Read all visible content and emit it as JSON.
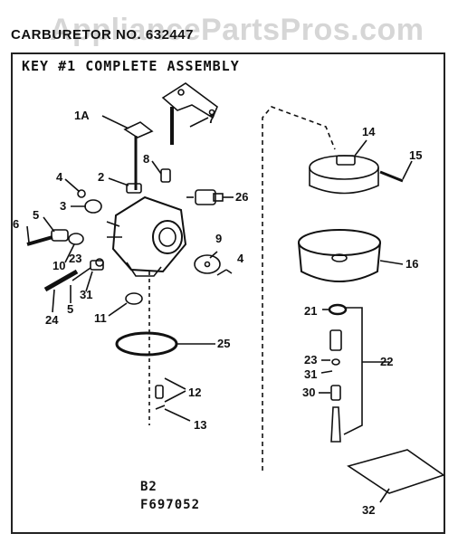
{
  "header": {
    "title": "CARBURETOR NO. 632447",
    "watermark": "AppliancePartsPros.com"
  },
  "diagram": {
    "assembly_title": "KEY #1 COMPLETE ASSEMBLY",
    "model_code": "B2",
    "figure_number": "F697052",
    "callouts": {
      "c1a": "1A",
      "c2": "2",
      "c3": "3",
      "c4a": "4",
      "c4b": "4",
      "c5a": "5",
      "c5b": "5",
      "c6": "6",
      "c7": "7",
      "c8": "8",
      "c9": "9",
      "c10": "10",
      "c11": "11",
      "c12": "12",
      "c13": "13",
      "c14": "14",
      "c15": "15",
      "c16": "16",
      "c21": "21",
      "c22": "22",
      "c23a": "23",
      "c23b": "23",
      "c24": "24",
      "c25": "25",
      "c26": "26",
      "c30": "30",
      "c31a": "31",
      "c31b": "31",
      "c32": "32"
    }
  }
}
